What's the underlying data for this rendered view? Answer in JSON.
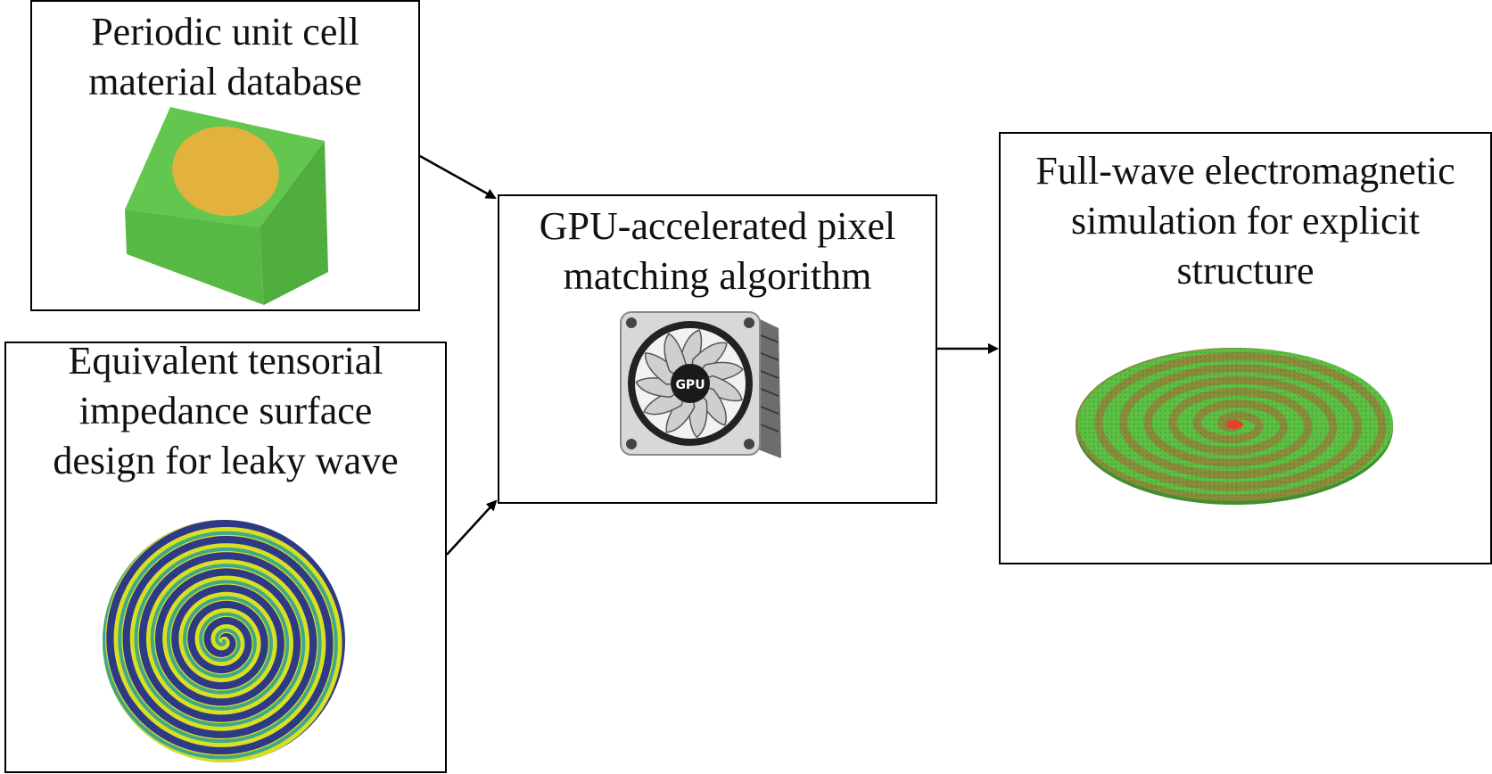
{
  "boxes": {
    "unit_cell": {
      "title": "Periodic unit cell\nmaterial database",
      "icon": "unit-cell-3d-block"
    },
    "impedance": {
      "title": "Equivalent tensorial\nimpedance surface\ndesign for leaky wave",
      "icon": "spiral-disc"
    },
    "gpu": {
      "title": "GPU-accelerated pixel\nmatching algorithm",
      "icon": "gpu-fan-card",
      "logo_text": "GPU"
    },
    "fullwave": {
      "title": "Full-wave electromagnetic\nsimulation for explicit\nstructure",
      "icon": "spiral-metasurface-disc"
    }
  },
  "colors": {
    "block_green": "#5dc24a",
    "patch_orange": "#e3b23c",
    "spiral_dark": "#2f3a87",
    "spiral_light": "#d9e021",
    "surface_green": "#55b83c",
    "feed_red": "#e0452a"
  },
  "arrows": [
    {
      "from": "unit_cell",
      "to": "gpu"
    },
    {
      "from": "impedance",
      "to": "gpu"
    },
    {
      "from": "gpu",
      "to": "fullwave"
    }
  ]
}
